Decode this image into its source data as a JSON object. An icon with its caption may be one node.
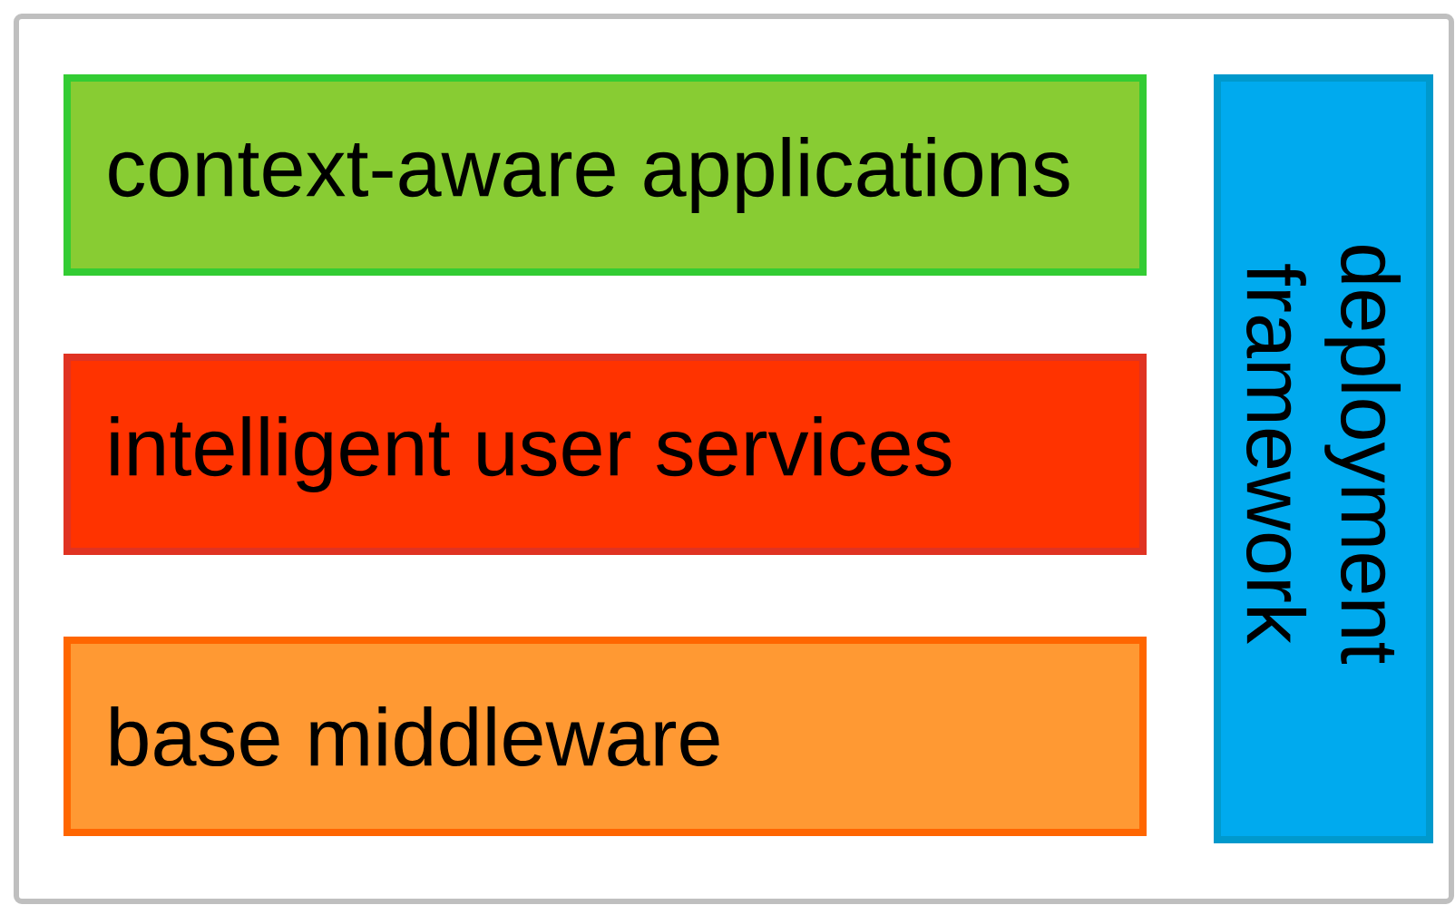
{
  "diagram": {
    "nodes": [
      {
        "text": [
          "context-aware applications"
        ]
      },
      {
        "text": [
          "intelligent user services"
        ]
      },
      {
        "text": [
          "base middleware"
        ]
      },
      {
        "text": [
          "deployment framework"
        ]
      }
    ]
  }
}
